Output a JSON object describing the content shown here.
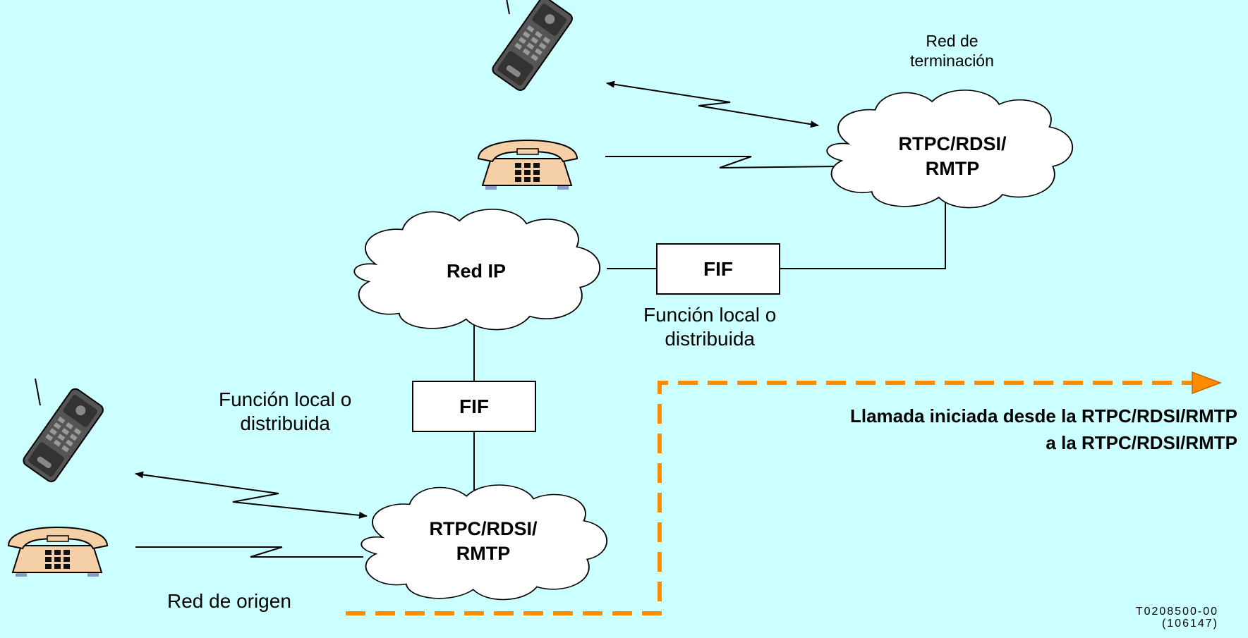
{
  "clouds": {
    "termination": {
      "line1": "RTPC/RDSI/",
      "line2": "RMTP"
    },
    "ip": {
      "label": "Red IP"
    },
    "origin": {
      "line1": "RTPC/RDSI/",
      "line2": "RMTP"
    }
  },
  "boxes": {
    "fif_right": "FIF",
    "fif_lower": "FIF"
  },
  "labels": {
    "termination_network": {
      "line1": "Red de",
      "line2": "terminación"
    },
    "origin_network": "Red de origen",
    "function_right": {
      "line1": "Función local o",
      "line2": "distribuida"
    },
    "function_left": {
      "line1": "Función local o",
      "line2": "distribuida"
    }
  },
  "legend": {
    "line1": "Llamada iniciada desde la RTPC/RDSI/RMTP",
    "line2": "a la RTPC/RDSI/RMTP",
    "color": "#ff8c00"
  },
  "figure_code": {
    "line1": "T0208500-00",
    "line2": "(106147)"
  },
  "colors": {
    "background": "#ccffff",
    "phone": "#f5cfa6",
    "mobile": "#333333"
  },
  "icons": [
    "mobile-phone-icon",
    "desk-telephone-icon",
    "cloud-network-icon"
  ]
}
